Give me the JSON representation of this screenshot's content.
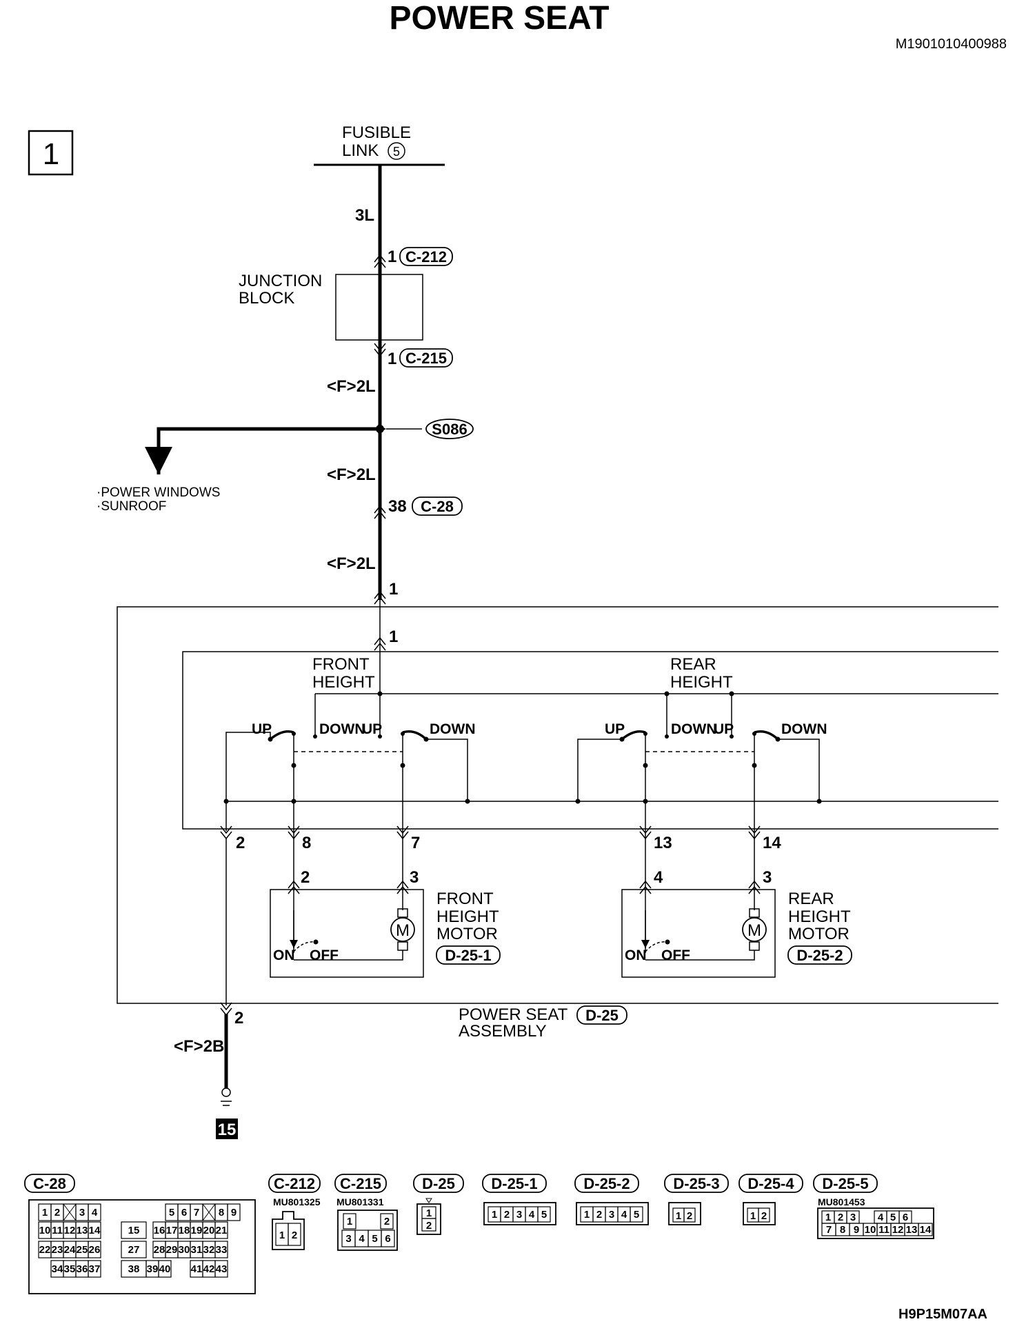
{
  "title": "POWER SEAT",
  "doc_code": "M1901010400988",
  "figure_code": "H9P15M07AA",
  "section_number": "1",
  "fusible_link": {
    "line1": "FUSIBLE",
    "line2": "LINK",
    "number": "5"
  },
  "junction_block": {
    "line1": "JUNCTION",
    "line2": "BLOCK"
  },
  "wires": {
    "top": "3L",
    "f2l_1": "<F>2L",
    "f2l_2": "<F>2L",
    "f2l_3": "<F>2L",
    "ground": "<F>2B"
  },
  "connectors": {
    "c212": {
      "pin": "1",
      "name": "C-212"
    },
    "c215": {
      "pin": "1",
      "name": "C-215"
    },
    "c28": {
      "pin": "38",
      "name": "C-28"
    }
  },
  "splice": "S086",
  "branch_to": {
    "line1": "·POWER WINDOWS",
    "line2": "·SUNROOF"
  },
  "assembly_pins": {
    "top_outer": "1",
    "top_inner": "1",
    "p2": "2",
    "p8": "8",
    "p7": "7",
    "p13": "13",
    "p14": "14",
    "ground_pin": "2"
  },
  "switches": {
    "front": {
      "line1": "FRONT",
      "line2": "HEIGHT"
    },
    "rear": {
      "line1": "REAR",
      "line2": "HEIGHT"
    },
    "up": "UP",
    "down": "DOWN"
  },
  "motors": {
    "front": {
      "line1": "FRONT",
      "line2": "HEIGHT",
      "line3": "MOTOR",
      "connector": "D-25-1",
      "pin_a": "2",
      "pin_b": "3"
    },
    "rear": {
      "line1": "REAR",
      "line2": "HEIGHT",
      "line3": "MOTOR",
      "connector": "D-25-2",
      "pin_a": "4",
      "pin_b": "3"
    },
    "symbol": "M",
    "on": "ON",
    "off": "OFF"
  },
  "assembly": {
    "line1": "POWER SEAT",
    "line2": "ASSEMBLY",
    "connector": "D-25"
  },
  "ground_number": "15",
  "connector_views": {
    "c28": {
      "name": "C-28",
      "rows": [
        [
          "1",
          "2",
          "3",
          "4",
          "5",
          "6",
          "7",
          "8",
          "9"
        ],
        [
          "10",
          "11",
          "12",
          "13",
          "14",
          "15",
          "16",
          "17",
          "18",
          "19",
          "20",
          "21"
        ],
        [
          "22",
          "23",
          "24",
          "25",
          "26",
          "27",
          "28",
          "29",
          "30",
          "31",
          "32",
          "33"
        ],
        [
          "34",
          "35",
          "36",
          "37",
          "38",
          "39",
          "40",
          "41",
          "42",
          "43"
        ]
      ]
    },
    "c212": {
      "name": "C-212",
      "part": "MU801325",
      "pins": [
        "1",
        "2"
      ]
    },
    "c215": {
      "name": "C-215",
      "part": "MU801331",
      "pins_top": [
        "1",
        "2"
      ],
      "pins_bottom": [
        "3",
        "4",
        "5",
        "6"
      ]
    },
    "d25": {
      "name": "D-25",
      "pins": [
        "1",
        "2"
      ]
    },
    "d251": {
      "name": "D-25-1",
      "pins": [
        "1",
        "2",
        "3",
        "4",
        "5"
      ]
    },
    "d252": {
      "name": "D-25-2",
      "pins": [
        "1",
        "2",
        "3",
        "4",
        "5"
      ]
    },
    "d253": {
      "name": "D-25-3",
      "pins": [
        "1",
        "2"
      ]
    },
    "d254": {
      "name": "D-25-4",
      "pins": [
        "1",
        "2"
      ]
    },
    "d255": {
      "name": "D-25-5",
      "part": "MU801453",
      "pins_top": [
        "1",
        "2",
        "3",
        "4",
        "5",
        "6"
      ],
      "pins_bottom": [
        "7",
        "8",
        "9",
        "10",
        "11",
        "12",
        "13",
        "14"
      ]
    }
  }
}
